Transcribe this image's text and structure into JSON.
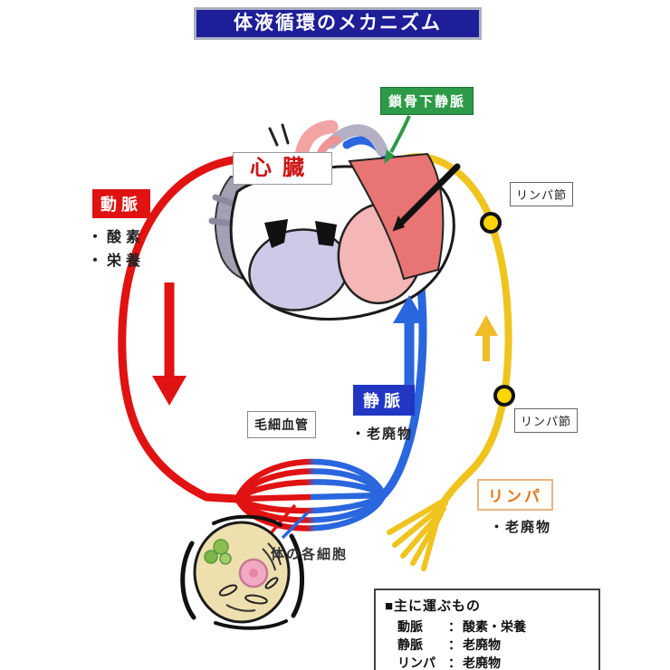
{
  "title": "体液循環のメカニズム",
  "labels": {
    "subclavian_vein": "鎖骨下静脈",
    "artery": "動脈",
    "artery_notes": [
      "・酸素",
      "・栄養"
    ],
    "heart": "心臓",
    "lymph_node_upper": "リンパ節",
    "vein": "静脈",
    "vein_note": "・老廃物",
    "capillary": "毛細血管",
    "lymph_node_lower": "リンパ節",
    "lymph": "リンパ",
    "lymph_note": "・老廃物",
    "body_cells": "体の各細胞"
  },
  "legend": {
    "heading": "■主に運ぶもの",
    "rows": [
      {
        "name": "動脈",
        "colon": "：",
        "value": "酸素・栄養"
      },
      {
        "name": "静脈",
        "colon": "：",
        "value": "老廃物"
      },
      {
        "name": "リンパ",
        "colon": "：",
        "value": "老廃物"
      }
    ]
  },
  "colors": {
    "title_bg": "#1e1e99",
    "artery_red": "#e01212",
    "vein_blue": "#2a66dd",
    "vein_label_bg": "#2236c4",
    "lymph_yellow": "#f0c41e",
    "lymph_node_fill": "#ffd400",
    "subclavian_green": "#2c9a47",
    "lymph_text_orange": "#e2761d",
    "heart_pink": "#e87474",
    "cell_body": "#eedfae"
  }
}
